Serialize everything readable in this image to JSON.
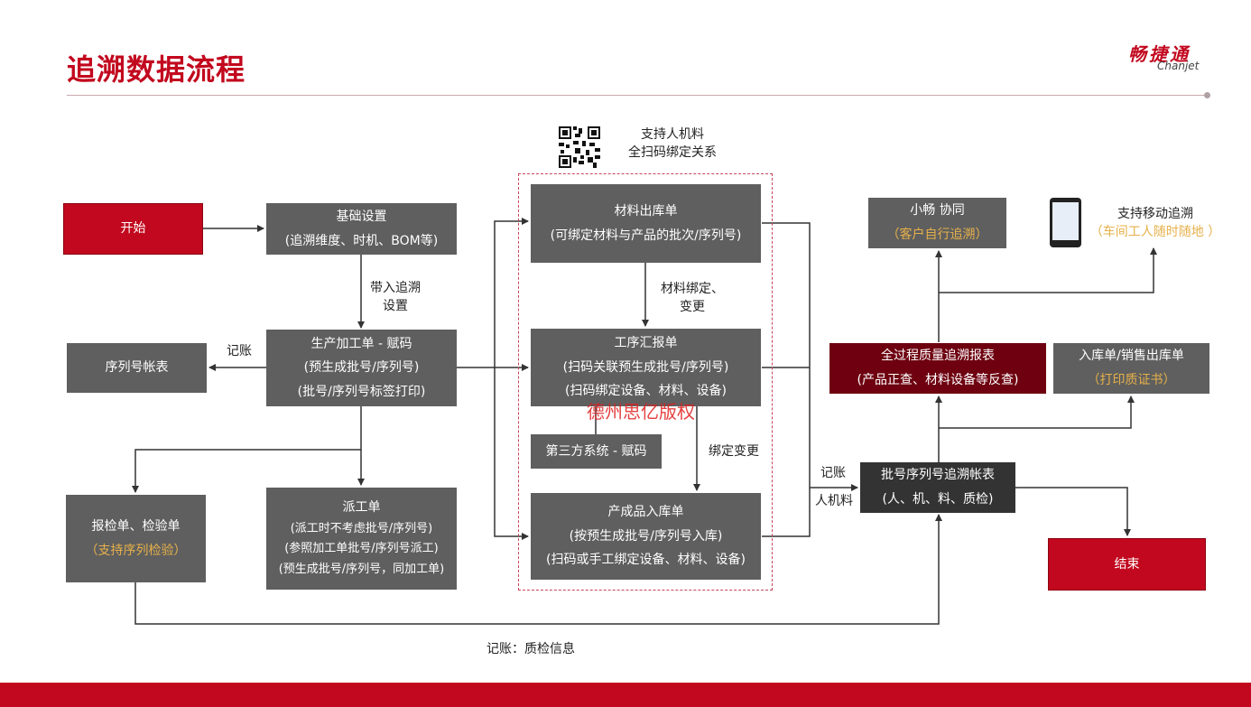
{
  "header": {
    "title": "追溯数据流程",
    "logo_cn": "畅捷通",
    "logo_en": "Chanjet"
  },
  "qr_note": {
    "line1": "支持人机料",
    "line2": "全扫码绑定关系"
  },
  "mobile_note": {
    "line1": "支持移动追溯",
    "line2": "（车间工人随时随地 ）"
  },
  "boxes": {
    "start": {
      "label": "开始"
    },
    "basic": {
      "line1": "基础设置",
      "line2": "(追溯维度、时机、BOM等)"
    },
    "prod_order": {
      "line1": "生产加工单 - 赋码",
      "line2": "(预生成批号/序列号)",
      "line3": "(批号/序列号标签打印)"
    },
    "serial_ledger": {
      "label": "序列号帐表"
    },
    "inspection": {
      "line1": "报检单、检验单",
      "line2": "（支持序列检验）"
    },
    "dispatch": {
      "line1": "派工单",
      "line2": "(派工时不考虑批号/序列号)",
      "line3": "(参照加工单批号/序列号派工)",
      "line4": "(预生成批号/序列号，同加工单)"
    },
    "material_out": {
      "line1": "材料出库单",
      "line2": "(可绑定材料与产品的批次/序列号)"
    },
    "process_report": {
      "line1": "工序汇报单",
      "line2": "(扫码关联预生成批号/序列号)",
      "line3": "(扫码绑定设备、材料、设备)"
    },
    "third_party": {
      "label": "第三方系统 - 赋码"
    },
    "product_in": {
      "line1": "产成品入库单",
      "line2": "(按预生成批号/序列号入库)",
      "line3": "(扫码或手工绑定设备、材料、设备)"
    },
    "xiaochang": {
      "line1": "小畅 协同",
      "line2": "（客户自行追溯）"
    },
    "quality_report": {
      "line1": "全过程质量追溯报表",
      "line2": "(产品正查、材料设备等反查)"
    },
    "in_out": {
      "line1": "入库单/销售出库单",
      "line2": "（打印质证书）"
    },
    "trace_ledger": {
      "line1": "批号序列号追溯帐表",
      "line2": "(人、机、料、质检)"
    },
    "end": {
      "label": "结束"
    }
  },
  "labels": {
    "bring_in_1": "带入追溯",
    "bring_in_2": "设置",
    "post_left": "记账",
    "material_bind_1": "材料绑定、",
    "material_bind_2": "变更",
    "bind_change": "绑定变更",
    "post_right": "记账",
    "people_material": "人机料",
    "post_quality": "记账：质检信息"
  },
  "watermark": "德州思亿版权",
  "colors": {
    "brand_red": "#c2081e",
    "box_gray": "#5f5f5f",
    "maroon": "#6e0010",
    "accent_gold": "#e6b04a"
  }
}
